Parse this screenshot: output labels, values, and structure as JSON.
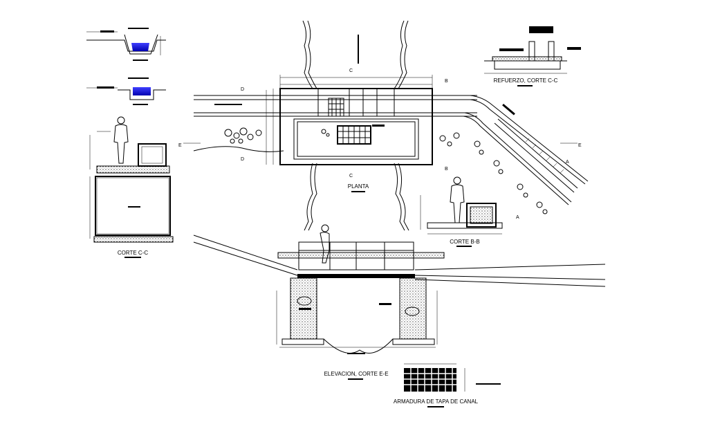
{
  "labels": {
    "corte_cc": "CORTE C-C",
    "corte_bb": "CORTE B-B",
    "refuerzo": "REFUERZO, CORTE C-C",
    "planta": "PLANTA",
    "elevacion": "ELEVACION, CORTE E-E",
    "armadura": "ARMADURA DE TAPA DE CANAL"
  },
  "markers": {
    "c": "C",
    "b": "B",
    "d": "D",
    "e": "E",
    "a": "A"
  },
  "colors": {
    "line": "#000000",
    "water": "#1a1aff",
    "background": "#ffffff"
  }
}
